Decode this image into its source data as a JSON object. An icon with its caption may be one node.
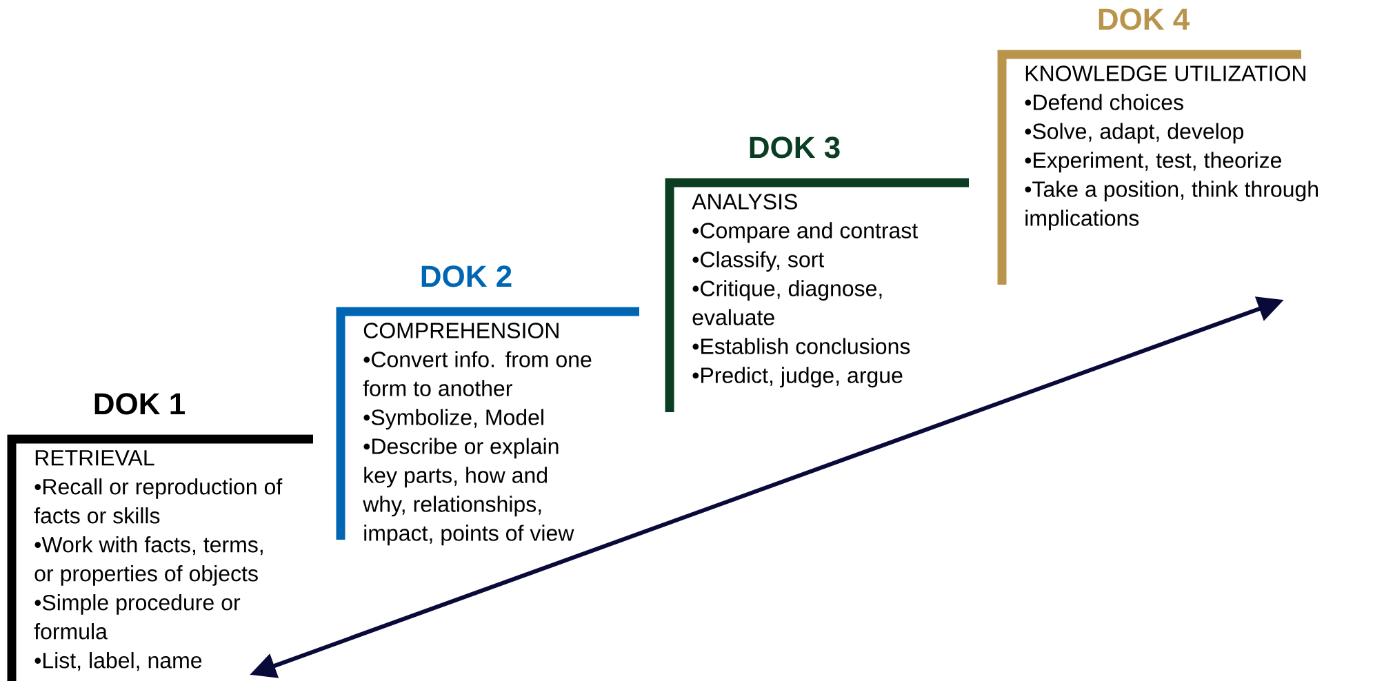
{
  "diagram": {
    "nodes": [
      {
        "text": [
          "DOK 1",
          "RETRIEVAL",
          "•Recall or reproduction of facts or skills",
          "•Work with facts, terms, or properties of objects",
          "•Simple procedure or formula",
          "•List, label, name"
        ]
      },
      {
        "text": [
          "DOK 2",
          "COMPREHENSION",
          "•Convert info. from one form to another",
          "•Symbolize, Model",
          "•Describe or explain key parts, how and why, relationships, impact, points of view"
        ]
      },
      {
        "text": [
          "DOK 3",
          "ANALYSIS",
          "•Compare and contrast",
          "•Classify, sort",
          "•Critique, diagnose, evaluate",
          "•Establish conclusions",
          "•Predict, judge, argue"
        ]
      },
      {
        "text": [
          "DOK 4",
          "KNOWLEDGE UTILIZATION",
          "•Defend choices",
          "•Solve, adapt, develop",
          "•Experiment, test, theorize",
          "•Take a position, think through implications"
        ]
      }
    ]
  }
}
